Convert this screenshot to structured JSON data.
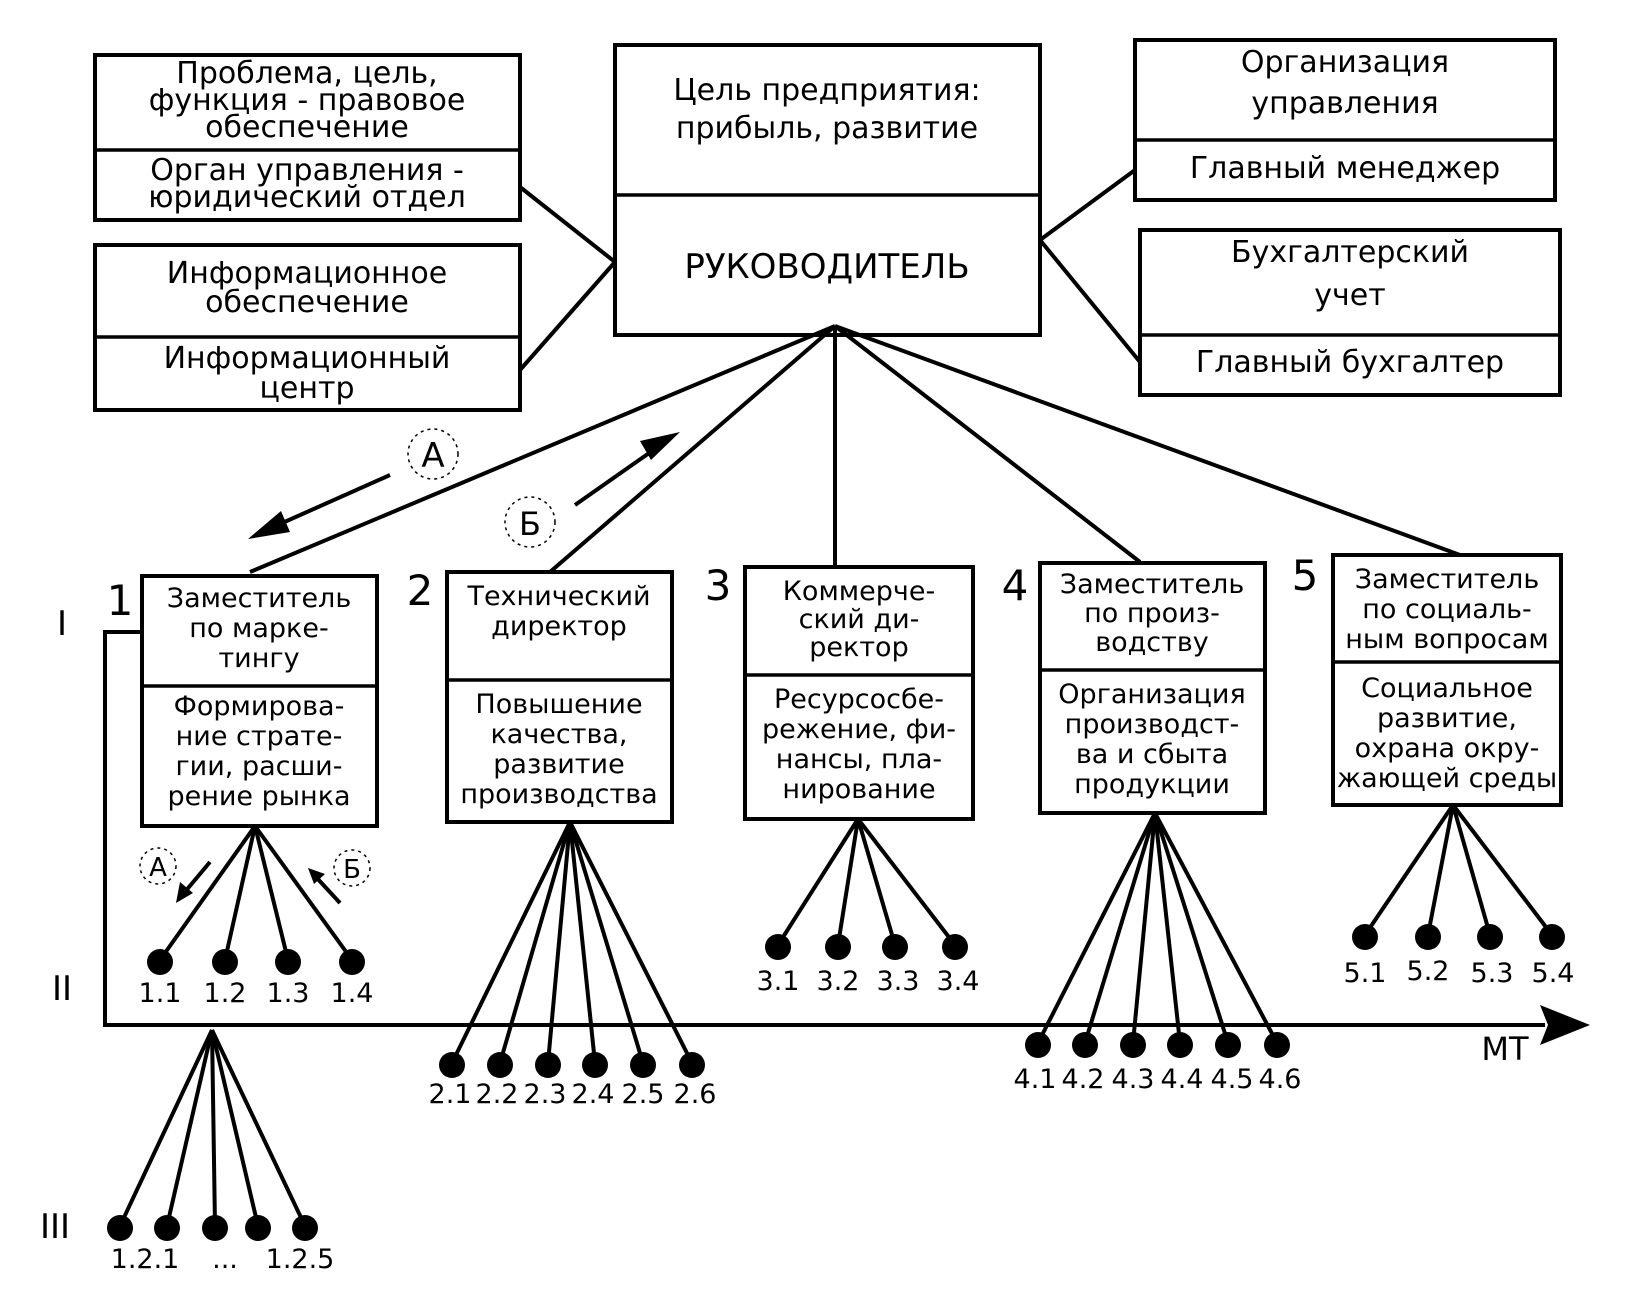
{
  "top": {
    "goal": [
      "Цель предприятия:",
      "прибыль, развитие"
    ],
    "head": "РУКОВОДИТЕЛЬ"
  },
  "left_blocks": [
    {
      "function": [
        "Проблема, цель,",
        "функция - правовое",
        "обеспечение"
      ],
      "organ": [
        "Орган управления -",
        "юридический отдел"
      ]
    },
    {
      "function": [
        "Информационное",
        "обеспечение"
      ],
      "organ": [
        "Информационный",
        "центр"
      ]
    }
  ],
  "right_blocks": [
    {
      "function": [
        "Организация",
        "управления"
      ],
      "organ": [
        "Главный менеджер"
      ]
    },
    {
      "function": [
        "Бухгалтерский",
        "учет"
      ],
      "organ": [
        "Главный бухгалтер"
      ]
    }
  ],
  "flow_labels": {
    "a": "А",
    "b": "Б"
  },
  "levels": [
    "I",
    "II",
    "III"
  ],
  "axis_label": "МТ",
  "deputies": [
    {
      "number": "1",
      "title": [
        "Заместитель",
        "по марке-",
        "тингу"
      ],
      "tasks": [
        "Формирова-",
        "ние страте-",
        "гии, расши-",
        "рение рынка"
      ],
      "subunits": [
        "1.1",
        "1.2",
        "1.3",
        "1.4"
      ]
    },
    {
      "number": "2",
      "title": [
        "Технический",
        "директор"
      ],
      "tasks": [
        "Повышение",
        "качества,",
        "развитие",
        "производства"
      ],
      "subunits": [
        "2.1",
        "2.2",
        "2.3",
        "2.4",
        "2.5",
        "2.6"
      ]
    },
    {
      "number": "3",
      "title": [
        "Коммерче-",
        "ский ди-",
        "ректор"
      ],
      "tasks": [
        "Ресурсосбе-",
        "режение, фи-",
        "нансы, пла-",
        "нирование"
      ],
      "subunits": [
        "3.1",
        "3.2",
        "3.3",
        "3.4"
      ]
    },
    {
      "number": "4",
      "title": [
        "Заместитель",
        "по произ-",
        "водству"
      ],
      "tasks": [
        "Организация",
        "производст-",
        "ва и сбыта",
        "продукции"
      ],
      "subunits": [
        "4.1",
        "4.2",
        "4.3",
        "4.4",
        "4.5",
        "4.6"
      ]
    },
    {
      "number": "5",
      "title": [
        "Заместитель",
        "по социаль-",
        "ным вопросам"
      ],
      "tasks": [
        "Социальное",
        "развитие,",
        "охрана окру-",
        "жающей среды"
      ],
      "subunits": [
        "5.1",
        "5.2",
        "5.3",
        "5.4"
      ]
    }
  ],
  "level3": {
    "first": "1.2.1",
    "ellipsis": "...",
    "last": "1.2.5"
  }
}
